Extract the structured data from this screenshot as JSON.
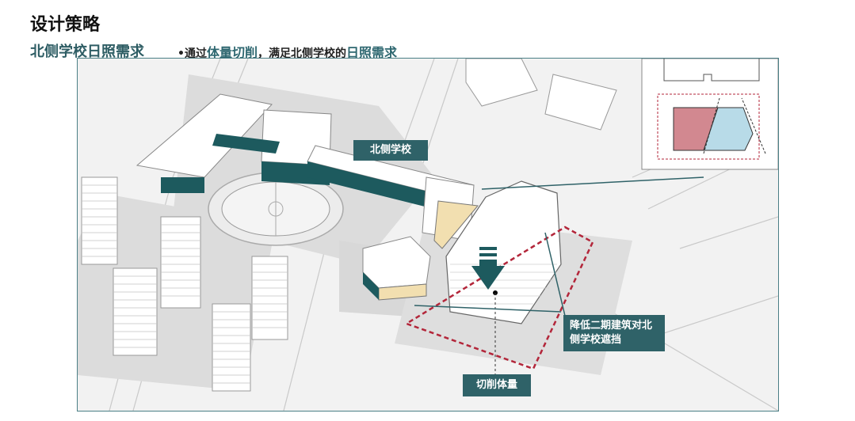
{
  "header": {
    "title": "设计策略",
    "subtitle": "北侧学校日照需求",
    "desc_bullet": "•",
    "desc_part1": "通过",
    "desc_hl1": "体量切削",
    "desc_part2": "，满足北侧学校的",
    "desc_hl2": "日照需求"
  },
  "labels": {
    "school": "北侧学校",
    "reduce_line1": "降低二期建筑对北",
    "reduce_line2": "侧学校遮挡",
    "cut": "切削体量"
  },
  "colors": {
    "accent": "#2f6268",
    "building_dark": "#1d5a5e",
    "highlight": "#f2dfb0",
    "red_dashed": "#b3263a",
    "inset_red": "#d28890",
    "inset_blue": "#b8dbe8"
  }
}
